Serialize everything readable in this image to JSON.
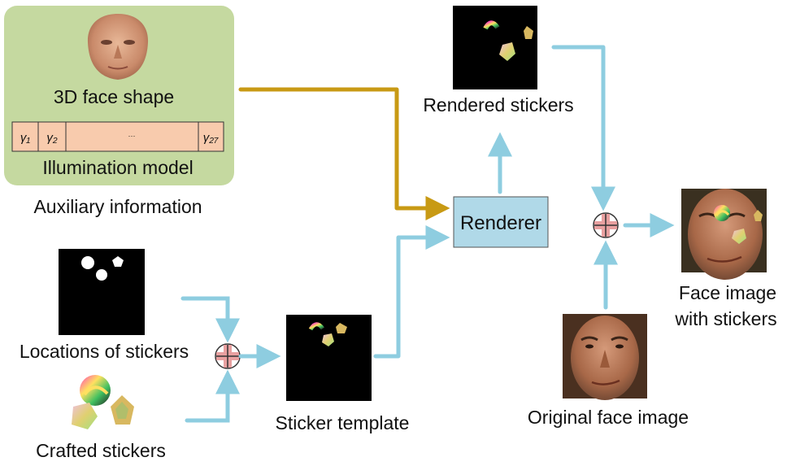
{
  "aux_box": {
    "face_label": "3D face shape",
    "illum_cells": [
      "γ₁",
      "γ₂",
      "···",
      "γ₂₇"
    ],
    "illum_label": "Illumination model",
    "caption": "Auxiliary information"
  },
  "locations_label": "Locations of stickers",
  "crafted_label": "Crafted stickers",
  "template_label": "Sticker template",
  "renderer_label": "Renderer",
  "rendered_label": "Rendered stickers",
  "original_label": "Original face image",
  "result_label_line1": "Face image",
  "result_label_line2": "with stickers",
  "colors": {
    "aux_bg": "#c5d9a0",
    "illum_bg": "#f8cbad",
    "renderer_bg": "#b0d9e8",
    "arrow_blue": "#8ecde0",
    "arrow_gold": "#c89a14",
    "plus_fill": "#e8a0a0"
  }
}
